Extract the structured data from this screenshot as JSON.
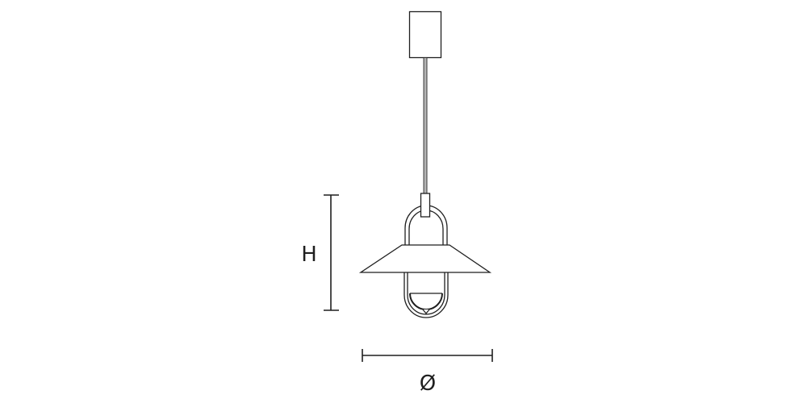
{
  "diagram": {
    "type": "technical-drawing",
    "subject": "pendant lamp",
    "colors": {
      "background": "#ffffff",
      "line": "#1f1f1f",
      "cord": "#9a9a9a"
    },
    "parts": [
      {
        "name": "canopy"
      },
      {
        "name": "cord"
      },
      {
        "name": "connector"
      },
      {
        "name": "arched-frame"
      },
      {
        "name": "conical-shade"
      },
      {
        "name": "glass-diffuser"
      },
      {
        "name": "bulb-cap"
      }
    ],
    "dimensions": {
      "height": {
        "label": "H"
      },
      "diameter": {
        "label": "Ø"
      }
    }
  }
}
